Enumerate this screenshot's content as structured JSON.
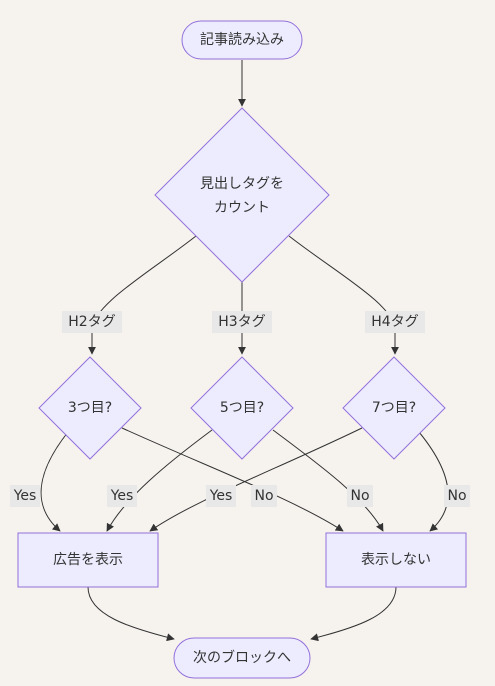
{
  "nodes": {
    "start": "記事読み込み",
    "count_line1": "見出しタグを",
    "count_line2": "カウント",
    "h2_check": "3つ目?",
    "h3_check": "5つ目?",
    "h4_check": "7つ目?",
    "show_ad": "広告を表示",
    "no_ad": "表示しない",
    "next": "次のブロックへ"
  },
  "edge_labels": {
    "h2": "H2タグ",
    "h3": "H3タグ",
    "h4": "H4タグ",
    "yes": "Yes",
    "no": "No"
  },
  "colors": {
    "node_fill": "#ececfe",
    "node_stroke": "#9370db",
    "edge": "#333333",
    "label_bg": "#e8e8e8",
    "background": "#f6f3ef"
  }
}
